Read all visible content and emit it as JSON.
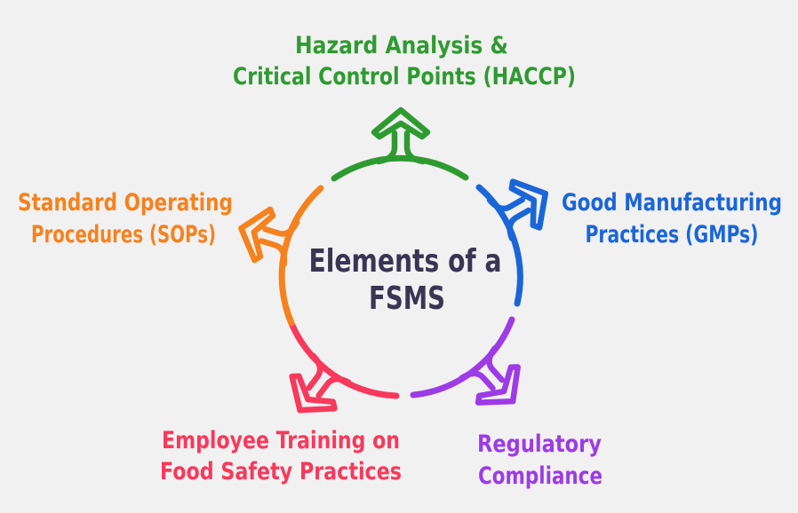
{
  "diagram": {
    "title": {
      "line1": "Elements of a",
      "line2": "FSMS",
      "color": "#3a3553"
    },
    "background_color": "#f2f1f1",
    "nodes": [
      {
        "id": "haccp",
        "position": "top",
        "line1": "Hazard Analysis &",
        "line2": "Critical Control Points (HACCP)",
        "color": "#2e9b31"
      },
      {
        "id": "gmps",
        "position": "right",
        "line1": "Good Manufacturing",
        "line2": "Practices (GMPs)",
        "color": "#1a66d9"
      },
      {
        "id": "regulatory",
        "position": "bottom-right",
        "line1": "Regulatory",
        "line2": "Compliance",
        "color": "#9d3be6"
      },
      {
        "id": "training",
        "position": "bottom-left",
        "line1": "Employee Training on",
        "line2": "Food Safety Practices",
        "color": "#f7395c"
      },
      {
        "id": "sops",
        "position": "left",
        "line1": "Standard Operating",
        "line2": "Procedures (SOPs)",
        "color": "#f5821e"
      }
    ]
  }
}
